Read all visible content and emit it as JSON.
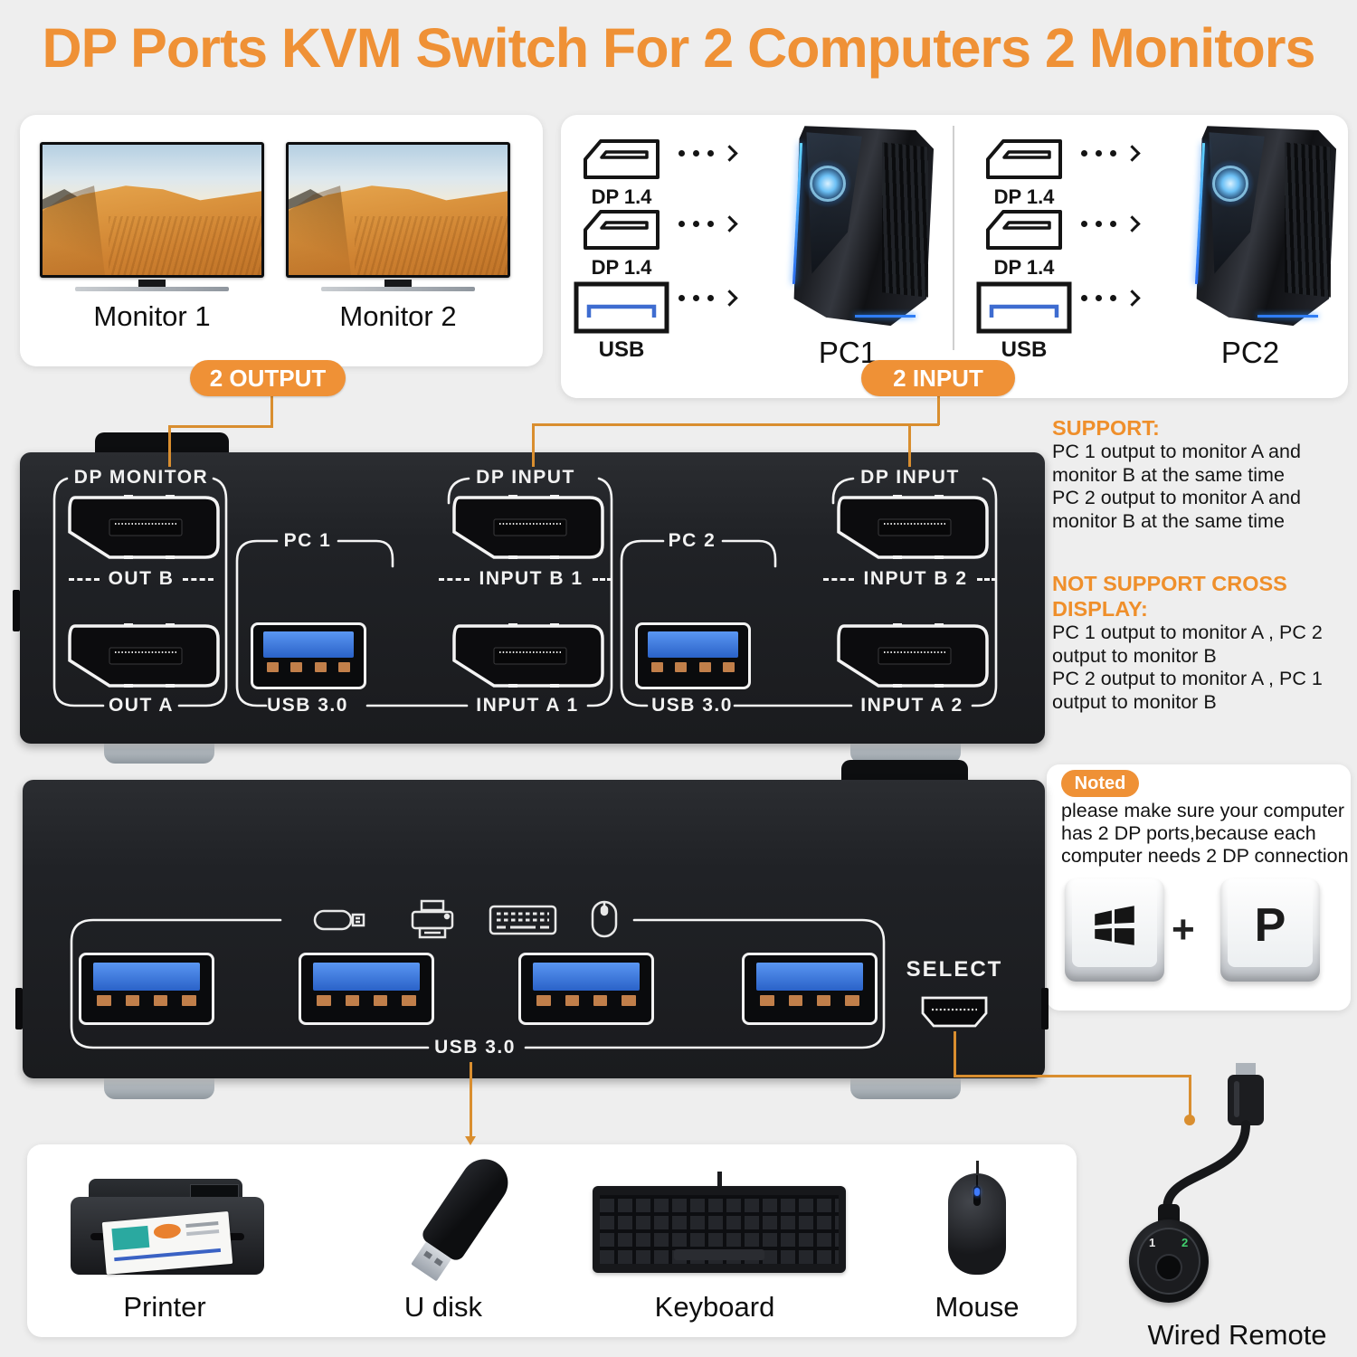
{
  "title": "DP Ports KVM Switch For 2 Computers 2 Monitors",
  "colors": {
    "accent_orange": "#ef9136",
    "line_orange": "#d98e2f",
    "device_black": "#1e2023",
    "usb_blue": "#3a6bd6"
  },
  "monitors": {
    "monitor1": "Monitor 1",
    "monitor2": "Monitor 2",
    "output_badge": "2 OUTPUT"
  },
  "computers": {
    "input_badge": "2 INPUT",
    "pc1": {
      "name": "PC1",
      "ports": [
        {
          "label": "DP 1.4"
        },
        {
          "label": "DP 1.4"
        },
        {
          "label": "USB"
        }
      ]
    },
    "pc2": {
      "name": "PC2",
      "ports": [
        {
          "label": "DP 1.4"
        },
        {
          "label": "DP 1.4"
        },
        {
          "label": "USB"
        }
      ]
    }
  },
  "rear_panel": {
    "dp_monitor": "DP MONITOR",
    "out_b": "OUT B",
    "out_a": "OUT A",
    "pc1": "PC 1",
    "usb_1": "USB 3.0",
    "dp_input_1": "DP INPUT",
    "input_b1": "INPUT B 1",
    "input_a1": "INPUT A 1",
    "pc2": "PC 2",
    "usb_2": "USB 3.0",
    "dp_input_2": "DP INPUT",
    "input_b2": "INPUT B 2",
    "input_a2": "INPUT A 2"
  },
  "support": {
    "header": "SUPPORT:",
    "lines": [
      "PC 1 output to monitor A and",
      "monitor B at the same time",
      "PC 2 output to monitor A and",
      "monitor B at the same time"
    ],
    "header2": "NOT SUPPORT CROSS DISPLAY:",
    "lines2": [
      "PC 1 output to monitor A , PC 2",
      "output to monitor B",
      "PC 2 output to monitor A , PC 1",
      "output to monitor B"
    ]
  },
  "noted": {
    "badge": "Noted",
    "lines": [
      "please make sure your computer",
      "has 2 DP ports,because each",
      "computer needs 2 DP connection"
    ],
    "key_plus": "+",
    "key_p": "P"
  },
  "front_panel": {
    "select": "SELECT",
    "usb": "USB 3.0"
  },
  "peripherals": {
    "printer": "Printer",
    "udisk": "U disk",
    "keyboard": "Keyboard",
    "mouse": "Mouse",
    "remote": "Wired Remote",
    "remote_btn1": "1",
    "remote_btn2": "2"
  },
  "icons": [
    "displayport-icon",
    "usb-plug-icon",
    "usb-stick-icon",
    "printer-icon",
    "keyboard-icon",
    "mouse-icon",
    "windows-icon"
  ]
}
